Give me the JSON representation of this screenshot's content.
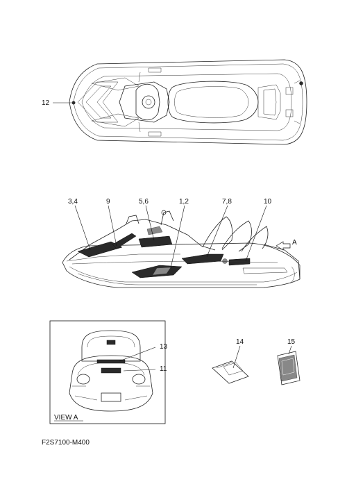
{
  "drawing_code": "F2S7100-M400",
  "view_label": "VIEW A",
  "arrow_label": "A",
  "callouts": {
    "c12": "12",
    "c34": "3,4",
    "c9": "9",
    "c56": "5,6",
    "c12b": "1,2",
    "c78": "7,8",
    "c10": "10",
    "c13": "13",
    "c11": "11",
    "c14": "14",
    "c15": "15"
  }
}
